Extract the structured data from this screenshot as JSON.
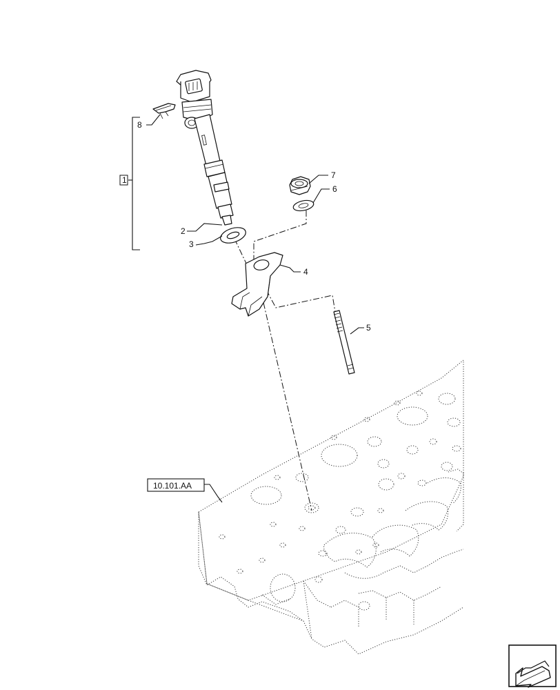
{
  "callouts": {
    "c1": "1",
    "c2": "2",
    "c3": "3",
    "c4": "4",
    "c5": "5",
    "c6": "6",
    "c7": "7",
    "c8": "8"
  },
  "reference": {
    "label": "10.101.AA"
  },
  "icons": {
    "nav": "arrow-navigation-icon"
  }
}
